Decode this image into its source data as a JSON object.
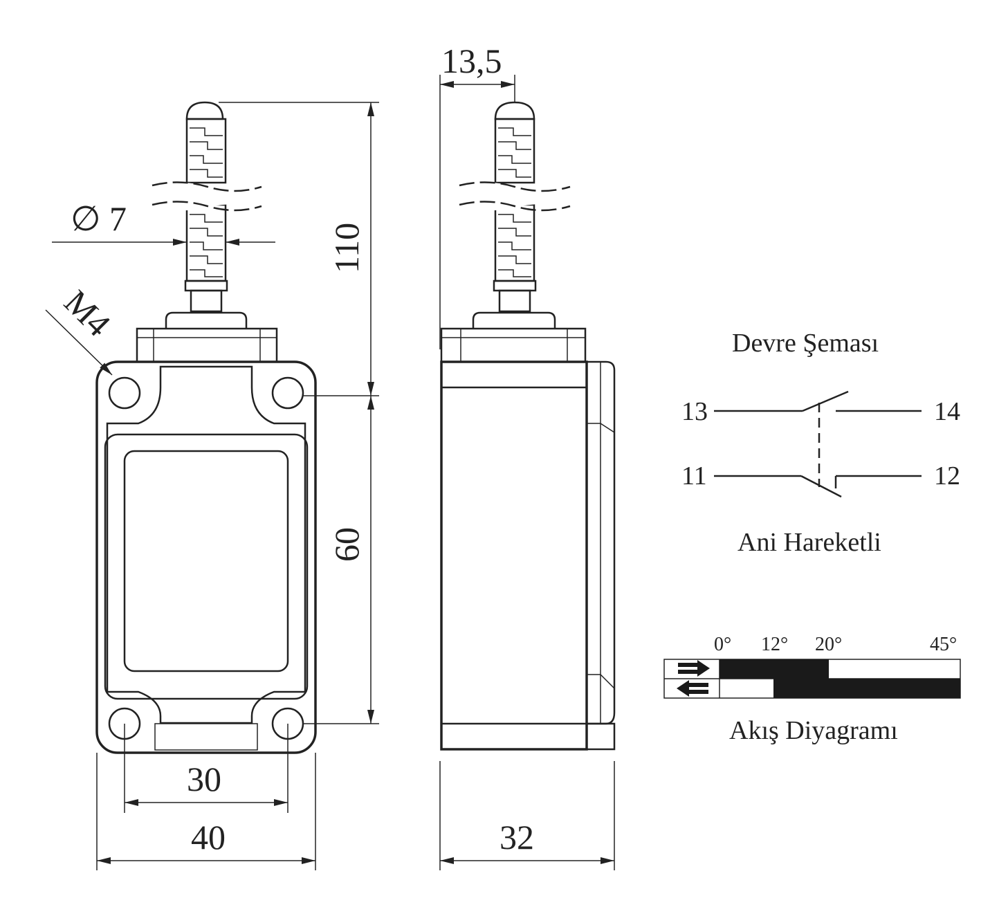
{
  "dimensions": {
    "width_40": "40",
    "hole_spacing_30": "30",
    "depth_32": "32",
    "plunger_offset": "13,5",
    "total_height": "110",
    "hole_height": "60",
    "rod_diameter": "∅ 7",
    "thread": "M4"
  },
  "circuit": {
    "title": "Devre Şeması",
    "subtitle": "Ani Hareketli",
    "terminals": [
      "13",
      "14",
      "11",
      "12"
    ]
  },
  "flow": {
    "title": "Akış Diyagramı",
    "angles": [
      "0°",
      "12°",
      "20°",
      "45°"
    ]
  },
  "colors": {
    "line": "#222222",
    "fill": "#1a1a1a"
  }
}
